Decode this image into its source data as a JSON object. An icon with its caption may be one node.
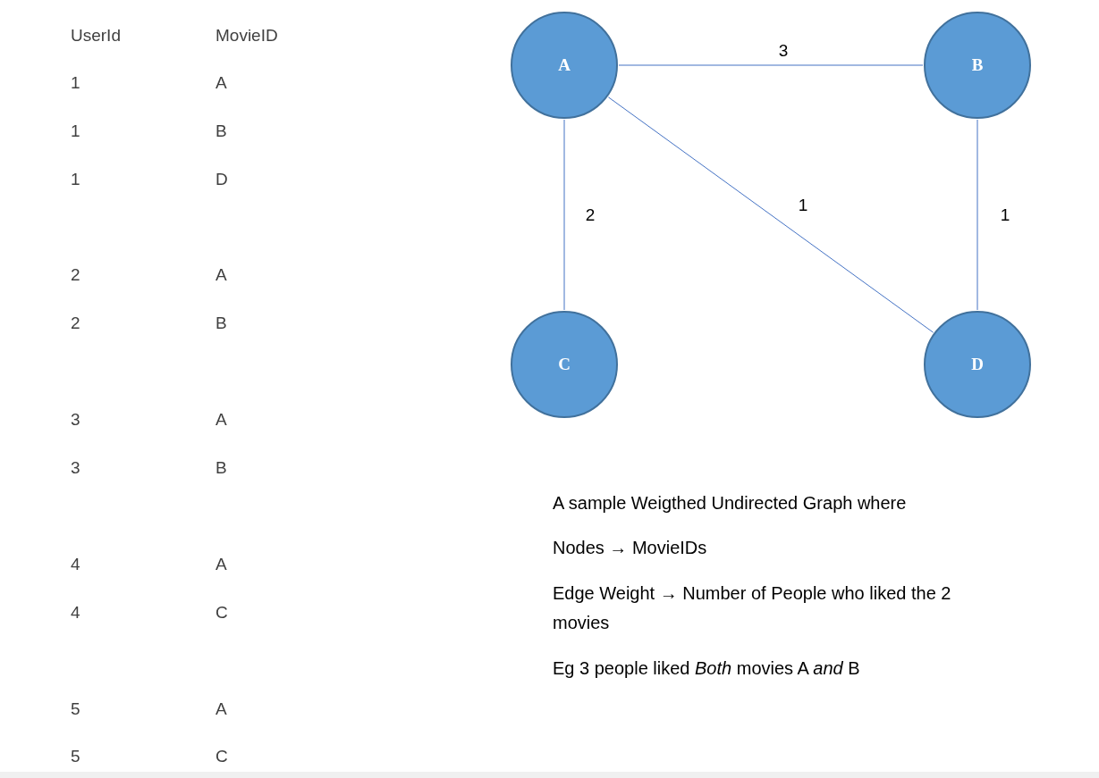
{
  "diagram": {
    "nodes": [
      {
        "text": [
          "A"
        ]
      },
      {
        "text": [
          "B"
        ]
      },
      {
        "text": [
          "C"
        ]
      },
      {
        "text": [
          "D"
        ]
      }
    ],
    "edges": [
      {
        "from": 0,
        "to": 1,
        "arrow": "none",
        "label": "3"
      },
      {
        "from": 0,
        "to": 2,
        "arrow": "none",
        "label": "2"
      },
      {
        "from": 0,
        "to": 3,
        "arrow": "none",
        "label": "1"
      },
      {
        "from": 1,
        "to": 3,
        "arrow": "none",
        "label": "1"
      }
    ],
    "labels": [
      "UserId",
      "MovieID",
      "1",
      "A",
      "1",
      "B",
      "1",
      "D",
      "2",
      "A",
      "2",
      "B",
      "3",
      "A",
      "3",
      "B",
      "4",
      "A",
      "4",
      "C",
      "5",
      "A",
      "5",
      "C",
      "A sample Weigthed Undirected Graph where",
      "Nodes → MovieIDs",
      "Edge Weight → Number of People who liked the 2 movies",
      "Eg 3 people liked *Both* movies A *and* B"
    ]
  }
}
